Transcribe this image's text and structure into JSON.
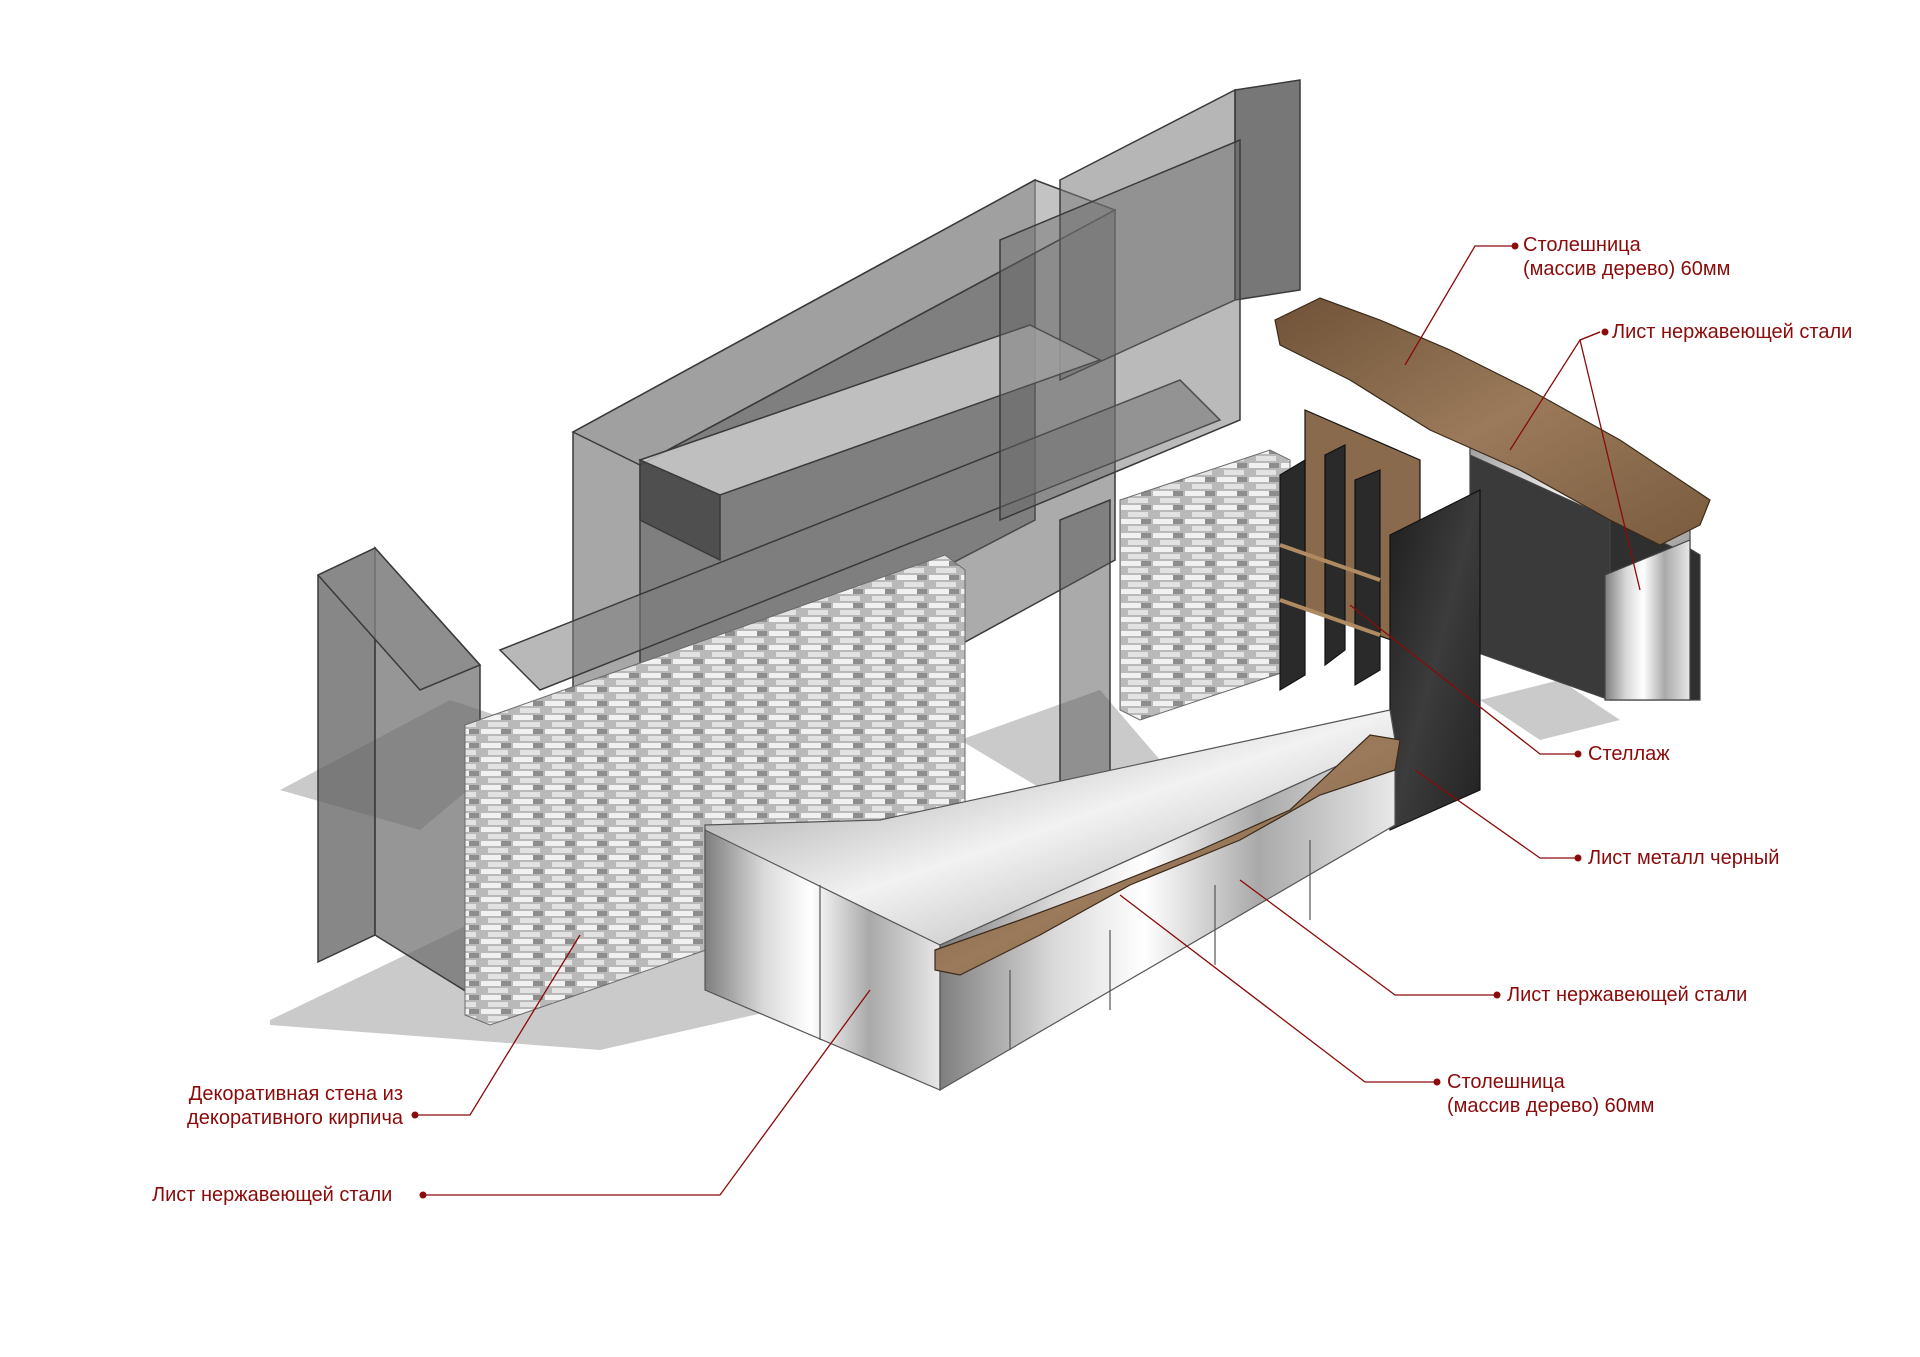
{
  "callouts": {
    "countertop_top": {
      "line1": "Столешница",
      "line2": "(массив дерево) 60мм"
    },
    "steel_sheet_top": {
      "text": "Лист нержавеющей стали"
    },
    "shelving": {
      "text": "Стеллаж"
    },
    "black_metal_sheet": {
      "text": "Лист металл черный"
    },
    "steel_sheet_mid": {
      "text": "Лист нержавеющей стали"
    },
    "countertop_bottom": {
      "line1": "Столешница",
      "line2": "(массив дерево) 60мм"
    },
    "brick_wall": {
      "line1": "Декоративная стена из",
      "line2": "декоративного кирпича"
    },
    "steel_sheet_bottom": {
      "text": "Лист нержавеющей стали"
    }
  },
  "colors": {
    "callout": "#8b0a0a",
    "wood": "#8a6a4c",
    "steel": "#c9c9c9",
    "glass": "#6b6b6b",
    "black_metal": "#2b2b2b"
  }
}
